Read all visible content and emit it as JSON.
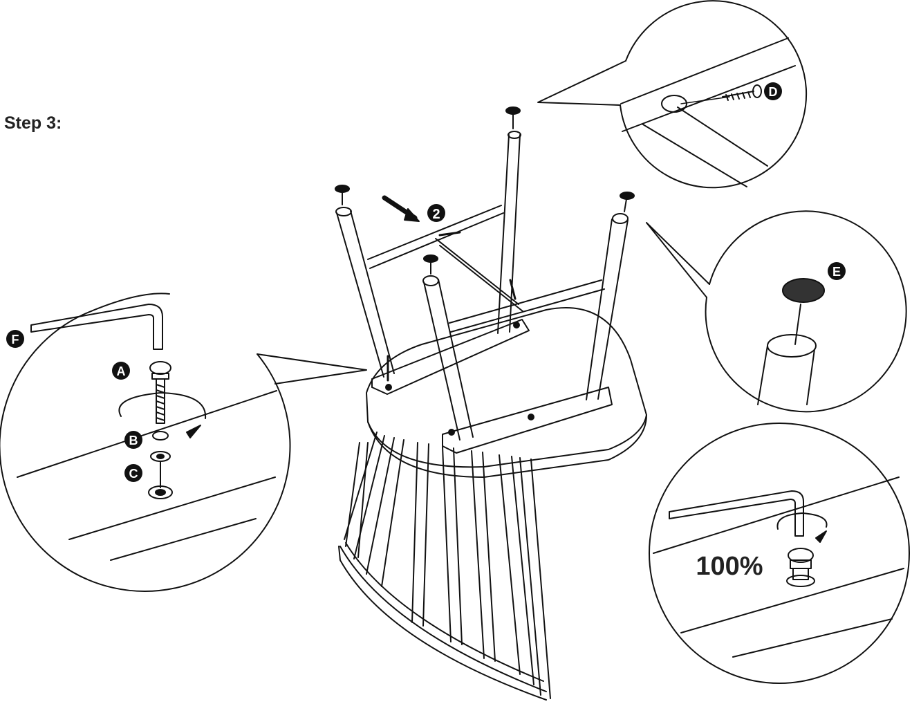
{
  "step": {
    "title": "Step 3:"
  },
  "callouts": {
    "bolt": "A",
    "lock_washer": "B",
    "flat_washer": "C",
    "wood_screw": "D",
    "felt_pad": "E",
    "allen_key": "F",
    "screw_count": "2"
  },
  "tighten": {
    "percent": "100%"
  }
}
